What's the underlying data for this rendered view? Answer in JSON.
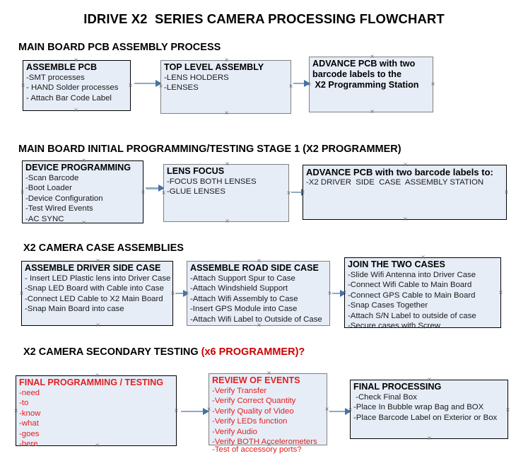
{
  "document": {
    "title": "IDRIVE X2  SERIES CAMERA PROCESSING FLOWCHART",
    "accent_color": "#cc0000",
    "node_fill": "#e7edf7",
    "arrow_color": "#8ea9c4"
  },
  "sections": [
    {
      "heading": "MAIN BOARD PCB ASSEMBLY PROCESS",
      "heading_accent": "",
      "nodes": [
        {
          "title": "ASSEMBLE PCB",
          "lines": [
            "-SMT processes",
            "- HAND Solder processes",
            "- Attach Bar Code Label"
          ]
        },
        {
          "title": "TOP LEVEL ASSEMBLY",
          "lines": [
            "-LENS HOLDERS",
            "-LENSES"
          ]
        },
        {
          "title": "ADVANCE PCB with two",
          "lines": [
            "barcode labels to the",
            " X2 Programming Station"
          ]
        }
      ]
    },
    {
      "heading": "MAIN BOARD INITIAL PROGRAMMING/TESTING STAGE 1 (X2 PROGRAMMER)",
      "heading_accent": "",
      "nodes": [
        {
          "title": "DEVICE PROGRAMMING",
          "lines": [
            "-Scan Barcode",
            "-Boot Loader",
            "-Device Configuration",
            "-Test Wired Events",
            "-AC SYNC"
          ]
        },
        {
          "title": "LENS FOCUS",
          "lines": [
            "-FOCUS BOTH LENSES",
            "-GLUE LENSES"
          ]
        },
        {
          "title": "ADVANCE PCB with two barcode labels to:",
          "lines": [
            "-X2 DRIVER  SIDE  CASE  ASSEMBLY STATION"
          ]
        }
      ]
    },
    {
      "heading": "X2 CAMERA CASE ASSEMBLIES",
      "heading_accent": "",
      "nodes": [
        {
          "title": "ASSEMBLE DRIVER SIDE CASE",
          "lines": [
            "- Insert LED Plastic lens into Driver Case",
            "-Snap LED Board with Cable into Case",
            "-Connect LED Cable to X2 Main Board",
            "-Snap Main Board into case"
          ]
        },
        {
          "title": "ASSEMBLE ROAD SIDE CASE",
          "lines": [
            "-Attach Support Spur to Case",
            "-Attach Windshield Support",
            "-Attach Wifi Assembly to Case",
            "-Insert GPS Module into Case",
            "-Attach Wifi Label to Outside of Case"
          ]
        },
        {
          "title": "JOIN THE TWO CASES",
          "lines": [
            "-Slide Wifi Antenna into Driver Case",
            "-Connect Wifi Cable to Main Board",
            "-Connect GPS Cable to Main Board",
            "-Snap Cases Together",
            "-Attach S/N Label to outside of case",
            "-Secure cases with Screw"
          ]
        }
      ]
    },
    {
      "heading": "X2 CAMERA SECONDARY TESTING ",
      "heading_accent": "(x6 PROGRAMMER)?",
      "nodes": [
        {
          "title": "FINAL PROGRAMMING / TESTING",
          "lines": [
            "-need",
            "-to",
            "-know",
            "-what",
            "-goes",
            "-here"
          ]
        },
        {
          "title": "REVIEW OF EVENTS",
          "lines": [
            "-Verify Transfer",
            "-Verify Correct Quantity",
            "-Verify Quality of Video",
            "-Verify LEDs function",
            "-Verify Audio",
            "-Verify BOTH Accelerometers"
          ],
          "overflow_line": "-Test of accessory ports?"
        },
        {
          "title": "FINAL PROCESSING",
          "lines": [
            " -Check Final Box",
            "-Place In Bubble wrap Bag and BOX",
            "-Place Barcode Label on Exterior or Box"
          ]
        }
      ]
    }
  ]
}
